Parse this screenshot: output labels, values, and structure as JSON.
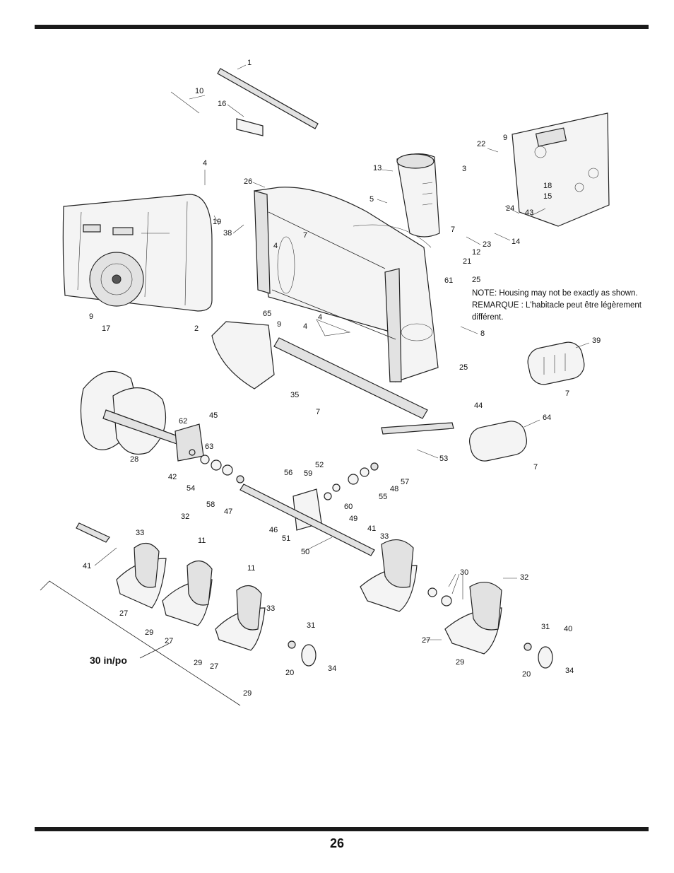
{
  "note": {
    "line1": "NOTE: Housing may not be exactly as shown.",
    "line2": "REMARQUE : L'habitacle peut être légèrement",
    "line3": "différent."
  },
  "size_label": "30 in/po",
  "page_number": "26",
  "callouts": [
    "1",
    "10",
    "16",
    "4",
    "26",
    "19",
    "38",
    "4",
    "7",
    "65",
    "9",
    "4",
    "4",
    "2",
    "35",
    "7",
    "13",
    "5",
    "22",
    "9",
    "3",
    "18",
    "15",
    "24",
    "43",
    "14",
    "7",
    "23",
    "12",
    "21",
    "25",
    "61",
    "8",
    "25",
    "39",
    "7",
    "44",
    "64",
    "7",
    "9",
    "17",
    "62",
    "45",
    "63",
    "28",
    "42",
    "54",
    "58",
    "47",
    "56",
    "59",
    "52",
    "57",
    "48",
    "55",
    "60",
    "49",
    "53",
    "46",
    "51",
    "50",
    "41",
    "33",
    "32",
    "11",
    "11",
    "41",
    "27",
    "29",
    "27",
    "33",
    "29",
    "27",
    "31",
    "20",
    "34",
    "29",
    "33",
    "30",
    "32",
    "31",
    "40",
    "27",
    "29",
    "20",
    "34"
  ]
}
